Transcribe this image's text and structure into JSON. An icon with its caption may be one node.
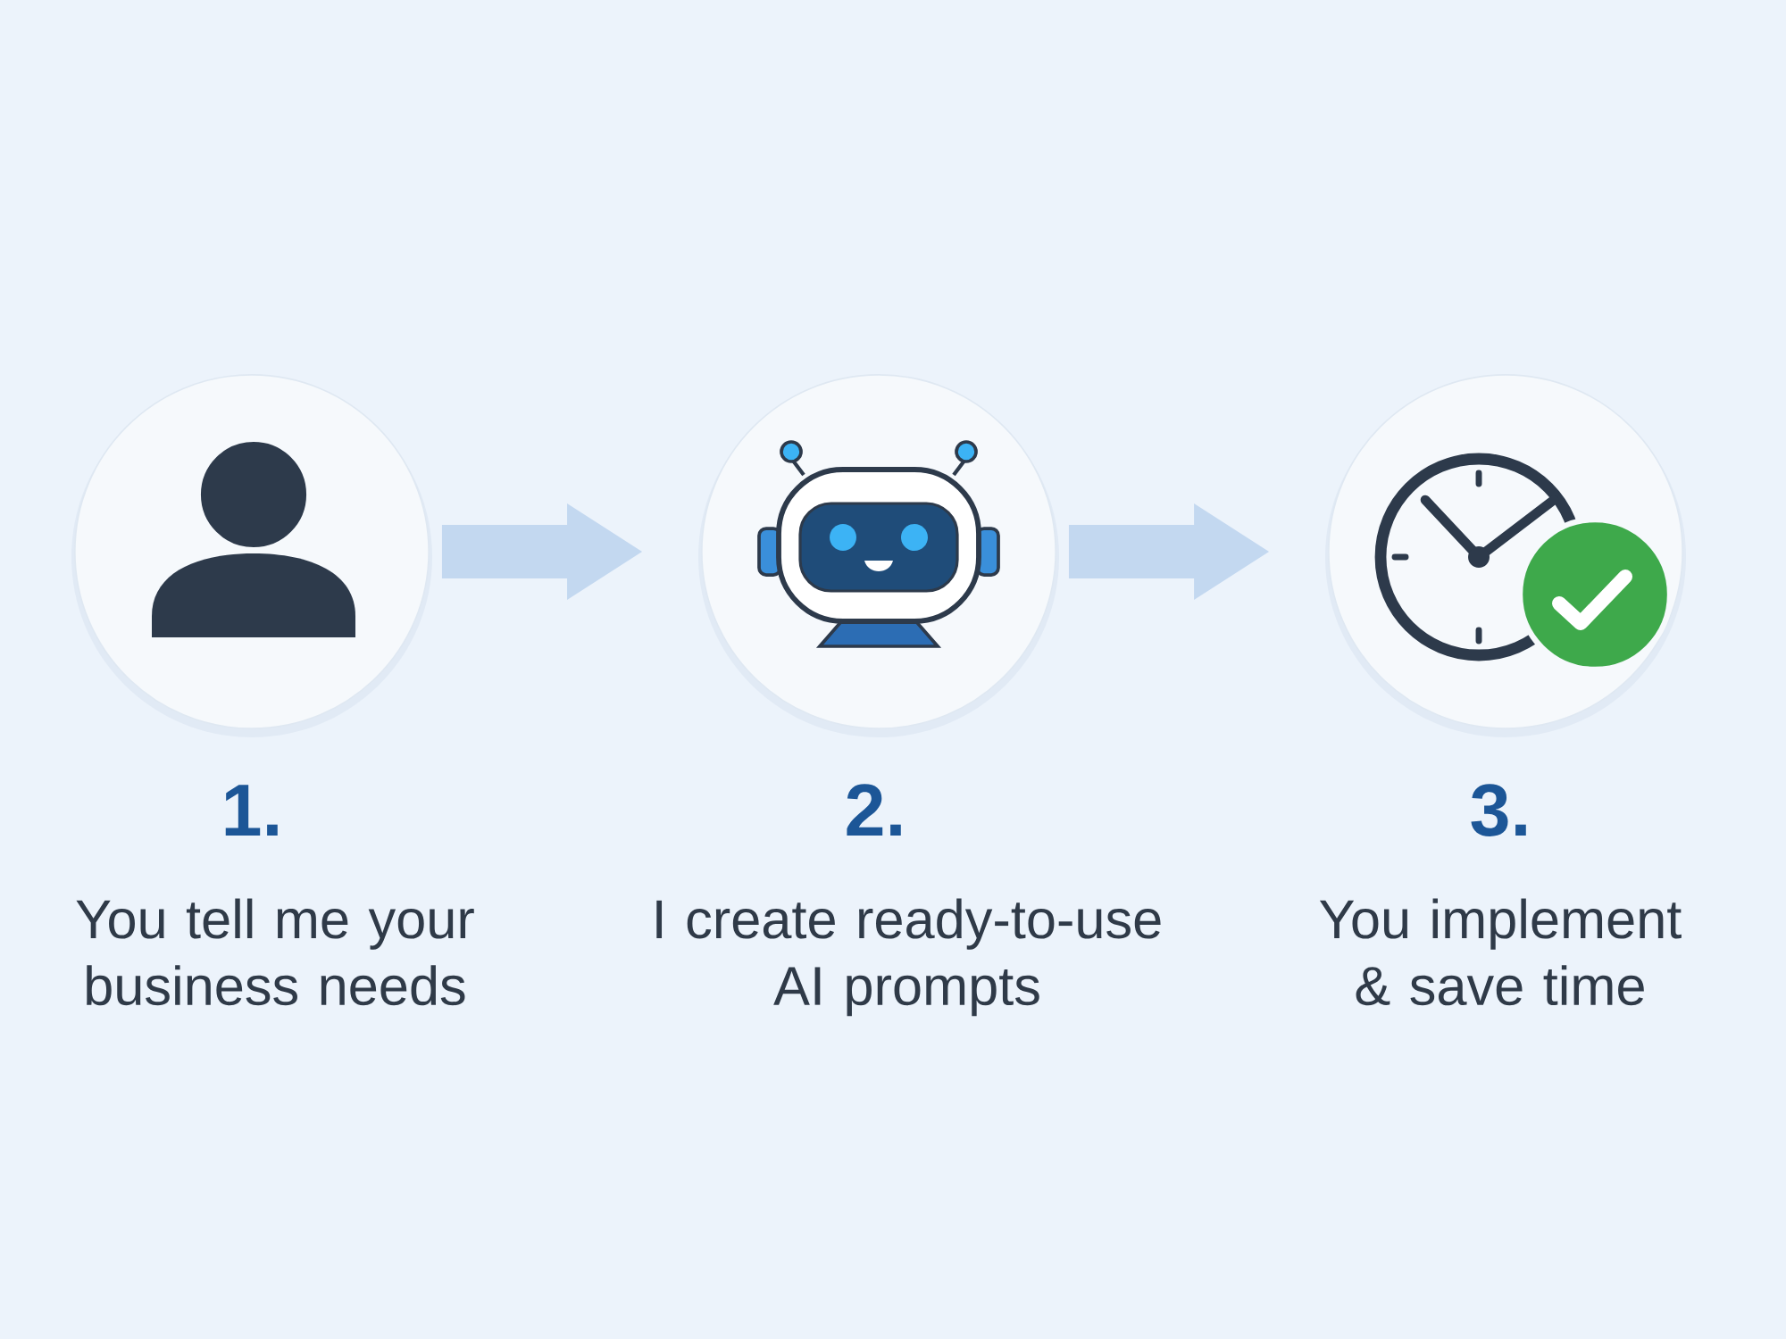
{
  "diagram": {
    "nodes": [
      {
        "text": [],
        "shape": "circle",
        "beside": [
          "1.",
          "You tell me your business needs"
        ]
      },
      {
        "text": [],
        "shape": "circle",
        "beside": [
          "2.",
          "I create ready-to-use AI prompts"
        ]
      },
      {
        "text": [],
        "shape": "circle",
        "beside": [
          "3.",
          "You implement & save time"
        ]
      }
    ],
    "edges": [
      {
        "from": 0,
        "to": 1,
        "arrow": "to"
      },
      {
        "from": 1,
        "to": 2,
        "arrow": "to"
      }
    ]
  }
}
